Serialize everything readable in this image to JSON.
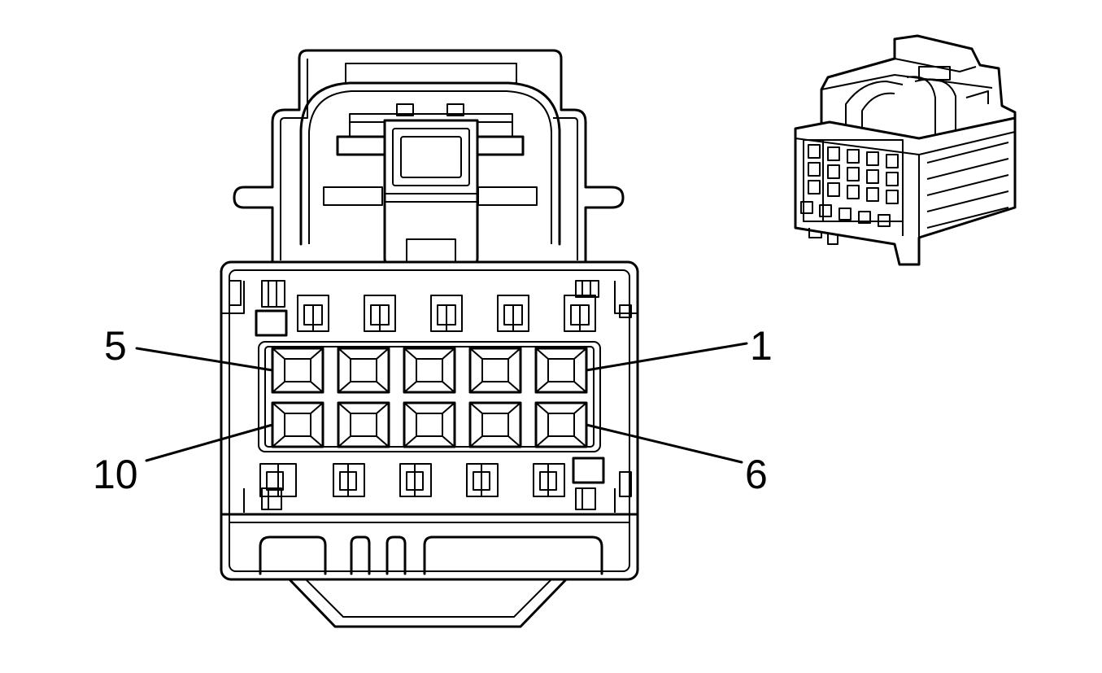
{
  "colors": {
    "line": "#000000",
    "background": "#ffffff"
  },
  "pin_labels": {
    "top_left": "5",
    "top_right": "1",
    "bottom_left": "10",
    "bottom_right": "6"
  }
}
